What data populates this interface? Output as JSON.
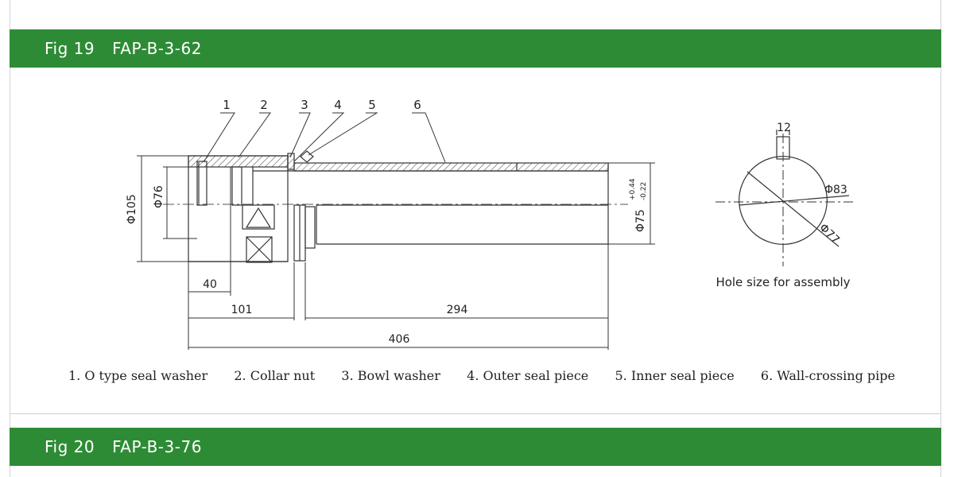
{
  "figures": [
    {
      "number": "Fig 19",
      "model": "FAP-B-3-62"
    },
    {
      "number": "Fig 20",
      "model": "FAP-B-3-76"
    }
  ],
  "callouts": [
    "1",
    "2",
    "3",
    "4",
    "5",
    "6"
  ],
  "dimensions": {
    "d105": "Φ105",
    "d76": "Φ76",
    "d75": "Φ75",
    "d75_tol_upper": "+0.44",
    "d75_tol_lower": "-0.22",
    "len40": "40",
    "len101": "101",
    "len294": "294",
    "len406": "406"
  },
  "hole": {
    "slot_width": "12",
    "d83": "Φ83",
    "d77": "Φ77",
    "caption": "Hole size for assembly"
  },
  "legend": [
    "1. O type seal washer",
    "2. Collar nut",
    "3. Bowl washer",
    "4. Outer seal piece",
    "5. Inner seal piece",
    "6. Wall-crossing pipe"
  ]
}
